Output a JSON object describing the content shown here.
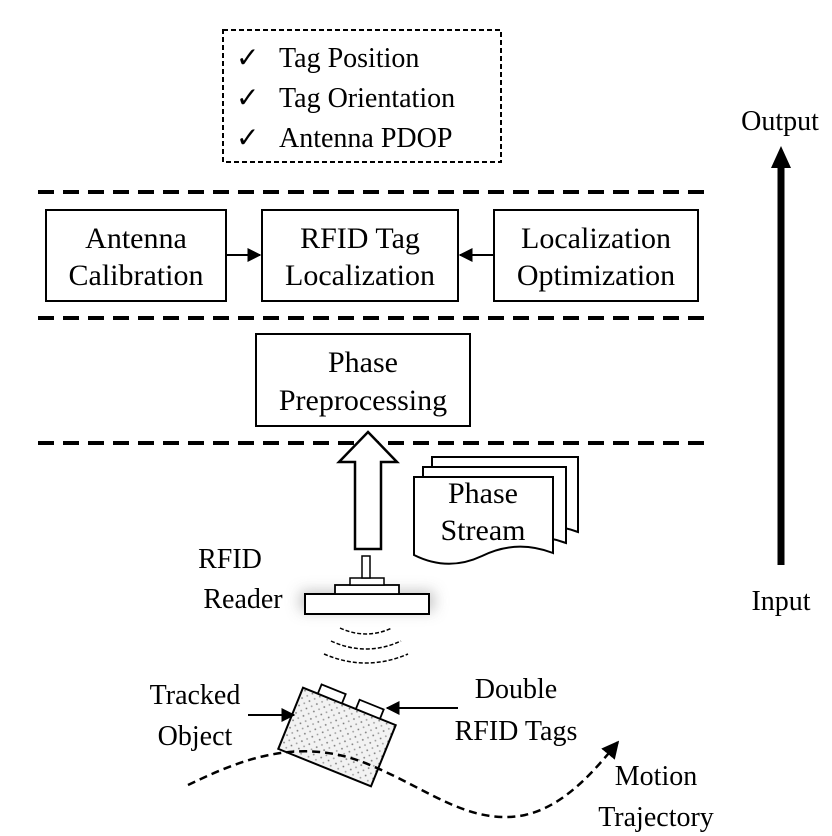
{
  "outputs": {
    "check": "✓",
    "items": [
      "Tag Position",
      "Tag Orientation",
      "Antenna PDOP"
    ]
  },
  "axis": {
    "output_label": "Output",
    "input_label": "Input"
  },
  "layer_localization": {
    "antenna_calibration": [
      "Antenna",
      "Calibration"
    ],
    "rfid_tag_localization": [
      "RFID Tag",
      "Localization"
    ],
    "localization_optimization": [
      "Localization",
      "Optimization"
    ]
  },
  "layer_preprocessing": {
    "phase_preprocessing": [
      "Phase",
      "Preprocessing"
    ]
  },
  "data_layer": {
    "phase_stream": [
      "Phase",
      "Stream"
    ],
    "rfid_reader": [
      "RFID",
      "Reader"
    ],
    "tracked_object": [
      "Tracked",
      "Object"
    ],
    "double_rfid_tags": [
      "Double",
      "RFID Tags"
    ],
    "motion_trajectory": [
      "Motion",
      "Trajectory"
    ]
  },
  "colors": {
    "ink": "#000000",
    "background": "#ffffff",
    "object_fill": "#f3f3f3",
    "reader_glow": "#bdbdbd"
  }
}
